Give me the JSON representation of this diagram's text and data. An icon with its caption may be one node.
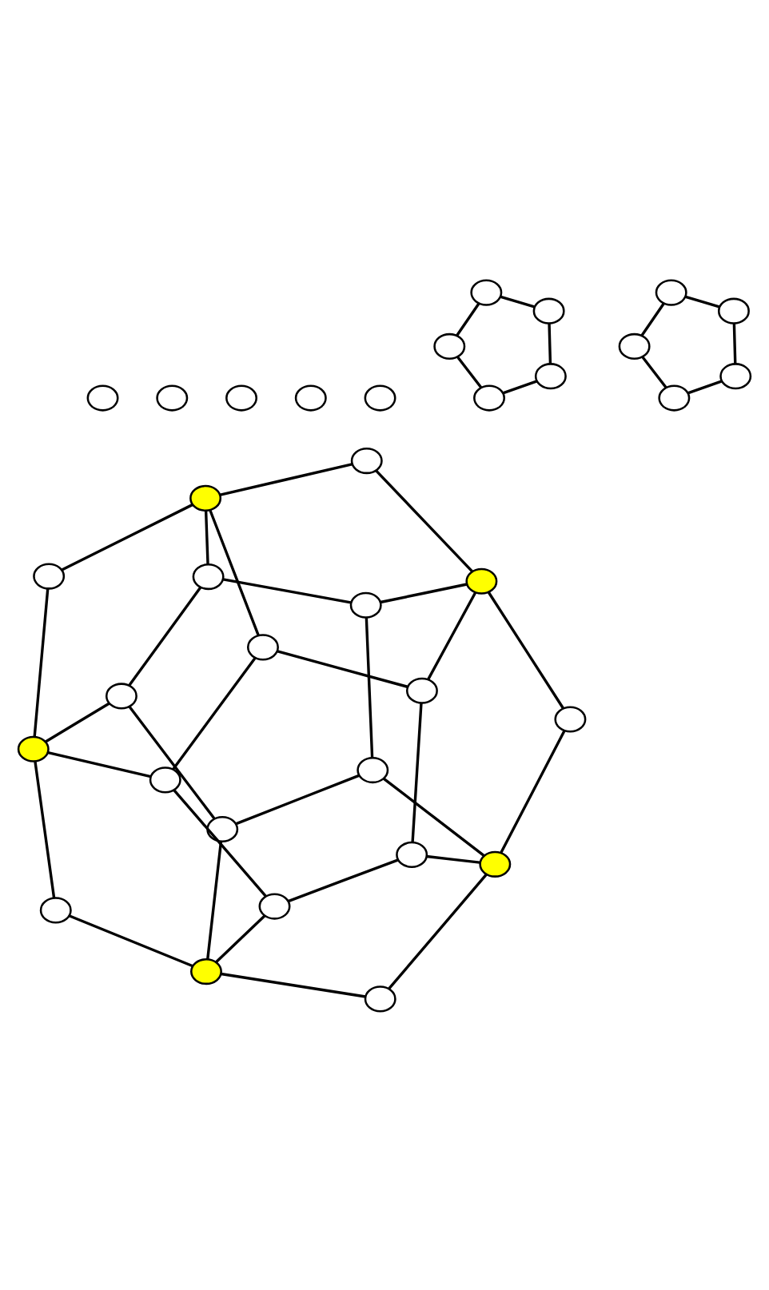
{
  "diagram": {
    "nodes": [
      {
        "text": [],
        "shape": "circle"
      },
      {
        "text": [],
        "shape": "circle"
      },
      {
        "text": [],
        "shape": "circle"
      },
      {
        "text": [],
        "shape": "circle"
      },
      {
        "text": [],
        "shape": "circle"
      },
      {
        "text": [],
        "shape": "circle"
      },
      {
        "text": [],
        "shape": "circle"
      },
      {
        "text": [],
        "shape": "circle"
      },
      {
        "text": [],
        "shape": "circle"
      },
      {
        "text": [],
        "shape": "circle"
      },
      {
        "text": [],
        "shape": "circle"
      },
      {
        "text": [],
        "shape": "circle"
      },
      {
        "text": [],
        "shape": "circle"
      },
      {
        "text": [],
        "shape": "circle"
      },
      {
        "text": [],
        "shape": "circle"
      },
      {
        "text": [],
        "shape": "circle"
      },
      {
        "text": [],
        "shape": "circle"
      },
      {
        "text": [],
        "shape": "circle"
      },
      {
        "text": [],
        "shape": "circle"
      },
      {
        "text": [],
        "shape": "circle"
      },
      {
        "text": [],
        "shape": "circle"
      },
      {
        "text": [],
        "shape": "circle"
      },
      {
        "text": [],
        "shape": "circle"
      },
      {
        "text": [],
        "shape": "circle"
      },
      {
        "text": [],
        "shape": "circle"
      },
      {
        "text": [],
        "shape": "circle"
      },
      {
        "text": [],
        "shape": "circle"
      },
      {
        "text": [],
        "shape": "circle"
      },
      {
        "text": [],
        "shape": "circle"
      },
      {
        "text": [],
        "shape": "circle"
      },
      {
        "text": [],
        "shape": "circle"
      },
      {
        "text": [],
        "shape": "circle"
      },
      {
        "text": [],
        "shape": "circle"
      },
      {
        "text": [],
        "shape": "circle"
      },
      {
        "text": [],
        "shape": "circle"
      }
    ],
    "edges": [
      {
        "from": 0,
        "to": 1,
        "arrow": "none"
      },
      {
        "from": 1,
        "to": 15,
        "arrow": "none"
      },
      {
        "from": 15,
        "to": 19,
        "arrow": "none"
      },
      {
        "from": 19,
        "to": 14,
        "arrow": "none"
      },
      {
        "from": 14,
        "to": 0,
        "arrow": "none"
      },
      {
        "from": 0,
        "to": 3,
        "arrow": "none"
      },
      {
        "from": 1,
        "to": 4,
        "arrow": "none"
      },
      {
        "from": 15,
        "to": 12,
        "arrow": "none"
      },
      {
        "from": 19,
        "to": 17,
        "arrow": "none"
      },
      {
        "from": 14,
        "to": 11,
        "arrow": "none"
      },
      {
        "from": 3,
        "to": 2,
        "arrow": "none"
      },
      {
        "from": 2,
        "to": 4,
        "arrow": "none"
      },
      {
        "from": 4,
        "to": 8,
        "arrow": "none"
      },
      {
        "from": 8,
        "to": 12,
        "arrow": "none"
      },
      {
        "from": 12,
        "to": 18,
        "arrow": "none"
      },
      {
        "from": 18,
        "to": 17,
        "arrow": "none"
      },
      {
        "from": 17,
        "to": 16,
        "arrow": "none"
      },
      {
        "from": 16,
        "to": 11,
        "arrow": "none"
      },
      {
        "from": 11,
        "to": 5,
        "arrow": "none"
      },
      {
        "from": 5,
        "to": 3,
        "arrow": "none"
      },
      {
        "from": 3,
        "to": 6,
        "arrow": "none"
      },
      {
        "from": 4,
        "to": 7,
        "arrow": "none"
      },
      {
        "from": 12,
        "to": 9,
        "arrow": "none"
      },
      {
        "from": 17,
        "to": 13,
        "arrow": "none"
      },
      {
        "from": 11,
        "to": 10,
        "arrow": "none"
      },
      {
        "from": 6,
        "to": 7,
        "arrow": "none"
      },
      {
        "from": 7,
        "to": 9,
        "arrow": "none"
      },
      {
        "from": 9,
        "to": 13,
        "arrow": "none"
      },
      {
        "from": 13,
        "to": 10,
        "arrow": "none"
      },
      {
        "from": 10,
        "to": 6,
        "arrow": "none"
      },
      {
        "from": 20,
        "to": 21,
        "arrow": "none"
      },
      {
        "from": 21,
        "to": 31,
        "arrow": "none"
      },
      {
        "from": 31,
        "to": 34,
        "arrow": "none"
      },
      {
        "from": 34,
        "to": 30,
        "arrow": "none"
      },
      {
        "from": 30,
        "to": 20,
        "arrow": "none"
      },
      {
        "from": 23,
        "to": 24,
        "arrow": "none"
      },
      {
        "from": 24,
        "to": 28,
        "arrow": "none"
      },
      {
        "from": 28,
        "to": 29,
        "arrow": "none"
      },
      {
        "from": 29,
        "to": 27,
        "arrow": "none"
      },
      {
        "from": 27,
        "to": 23,
        "arrow": "none"
      }
    ]
  }
}
